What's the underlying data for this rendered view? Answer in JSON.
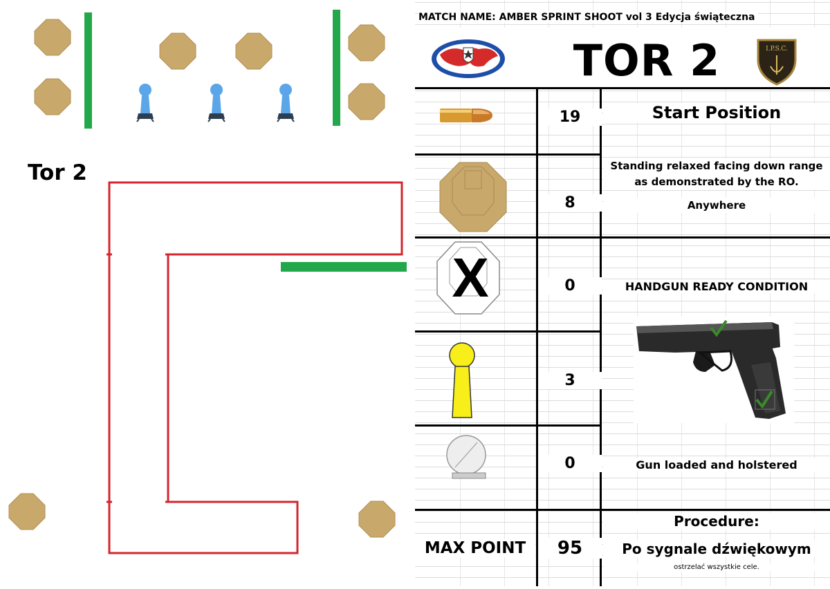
{
  "diagram": {
    "stage_label": "Tor 2"
  },
  "sheet": {
    "match_name": "MATCH NAME: AMBER SPRINT SHOOT vol 3 Edycja świąteczna",
    "stage_title": "TOR 2",
    "logo_ipsc_text": "I.P.S.C.",
    "rows": {
      "rounds": "19",
      "paper_targets": "8",
      "no_shoots": "0",
      "poppers": "3",
      "plates": "0"
    },
    "no_shoot_mark": "X",
    "start_position_heading": "Start Position",
    "start_position_line1": "Standing relaxed facing down range",
    "start_position_line2": "as demonstrated by the RO.",
    "start_position_line3": "Anywhere",
    "ready_condition_heading": "HANDGUN READY CONDITION",
    "ready_condition_text": "Gun loaded and holstered",
    "max_point_label": "MAX POINT",
    "max_point_value": "95",
    "procedure_heading": "Procedure:",
    "procedure_line1": "Po sygnale dźwiękowym",
    "procedure_line2": "ostrzelać wszystkie cele."
  },
  "colors": {
    "target_tan": "#c9a86c",
    "fault_line_red": "#d3262d",
    "wall_green": "#22a84a",
    "popper_blue": "#5aa6e8",
    "popper_yellow": "#f7ee1a"
  }
}
